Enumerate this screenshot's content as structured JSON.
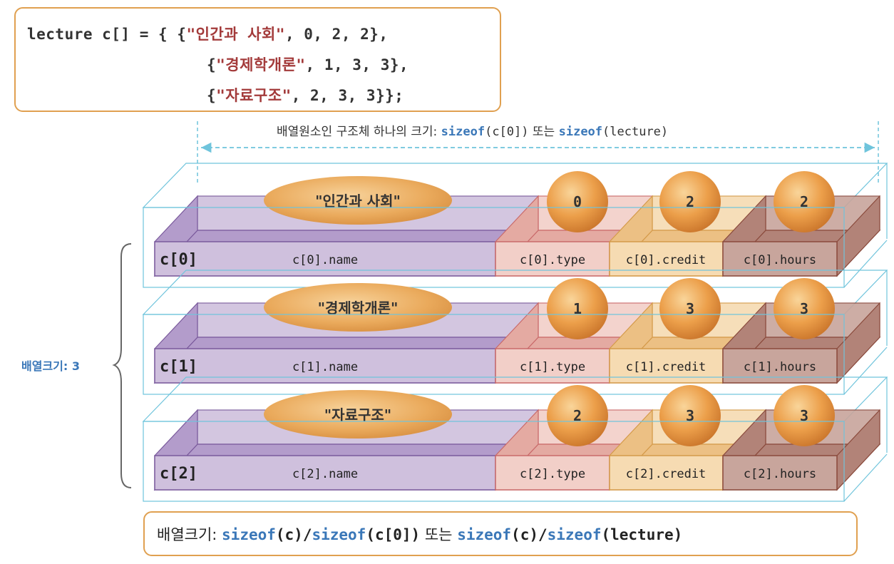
{
  "code": {
    "line1": {
      "pre": "lecture c[] = { {",
      "str": "\"인간과 사회\"",
      "post": ", 0, 2, 2},"
    },
    "line2": {
      "pre": "{",
      "str": "\"경제학개론\"",
      "post": ", 1, 3, 3},"
    },
    "line3": {
      "pre": "{",
      "str": "\"자료구조\"",
      "post": ", 2, 3, 3}};"
    }
  },
  "top_caption": {
    "prefix": "배열원소인 구조체 하나의 크기: ",
    "kw1": "sizeof",
    "arg1": "(c[0])",
    "mid": " 또는 ",
    "kw2": "sizeof",
    "arg2": "(lecture)"
  },
  "array_size_label": "배열크기: 3",
  "rows": [
    {
      "index": "c[0]",
      "name_field": "c[0].name",
      "type_field": "c[0].type",
      "credit_field": "c[0].credit",
      "hours_field": "c[0].hours",
      "name_value": "\"인간과 사회\"",
      "type_value": "0",
      "credit_value": "2",
      "hours_value": "2"
    },
    {
      "index": "c[1]",
      "name_field": "c[1].name",
      "type_field": "c[1].type",
      "credit_field": "c[1].credit",
      "hours_field": "c[1].hours",
      "name_value": "\"경제학개론\"",
      "type_value": "1",
      "credit_value": "3",
      "hours_value": "3"
    },
    {
      "index": "c[2]",
      "name_field": "c[2].name",
      "type_field": "c[2].type",
      "credit_field": "c[2].credit",
      "hours_field": "c[2].hours",
      "name_value": "\"자료구조\"",
      "type_value": "2",
      "credit_value": "3",
      "hours_value": "3"
    }
  ],
  "bottom_caption": {
    "prefix": "배열크기: ",
    "kw1": "sizeof",
    "arg1": "(c)/",
    "kw2": "sizeof",
    "arg2": "(c[0])",
    "mid": " 또는 ",
    "kw3": "sizeof",
    "arg3": "(c)/",
    "kw4": "sizeof",
    "arg4": "(lecture)"
  },
  "colors": {
    "name_front": "#cfc0dd",
    "name_top": "#b39ccb",
    "name_border": "#7a5a9c",
    "type_front": "#f2cfc8",
    "type_top": "#e4aaa2",
    "type_border": "#c96a6a",
    "credit_front": "#f6dbb2",
    "credit_top": "#ecc084",
    "credit_border": "#d49a4a",
    "hours_front": "#c8a59c",
    "hours_top": "#b28378",
    "hours_border": "#8a4a3c",
    "outline_blue": "#6fc4dc",
    "accent_orange": "#e0a050",
    "keyword_blue": "#3a77b8"
  }
}
